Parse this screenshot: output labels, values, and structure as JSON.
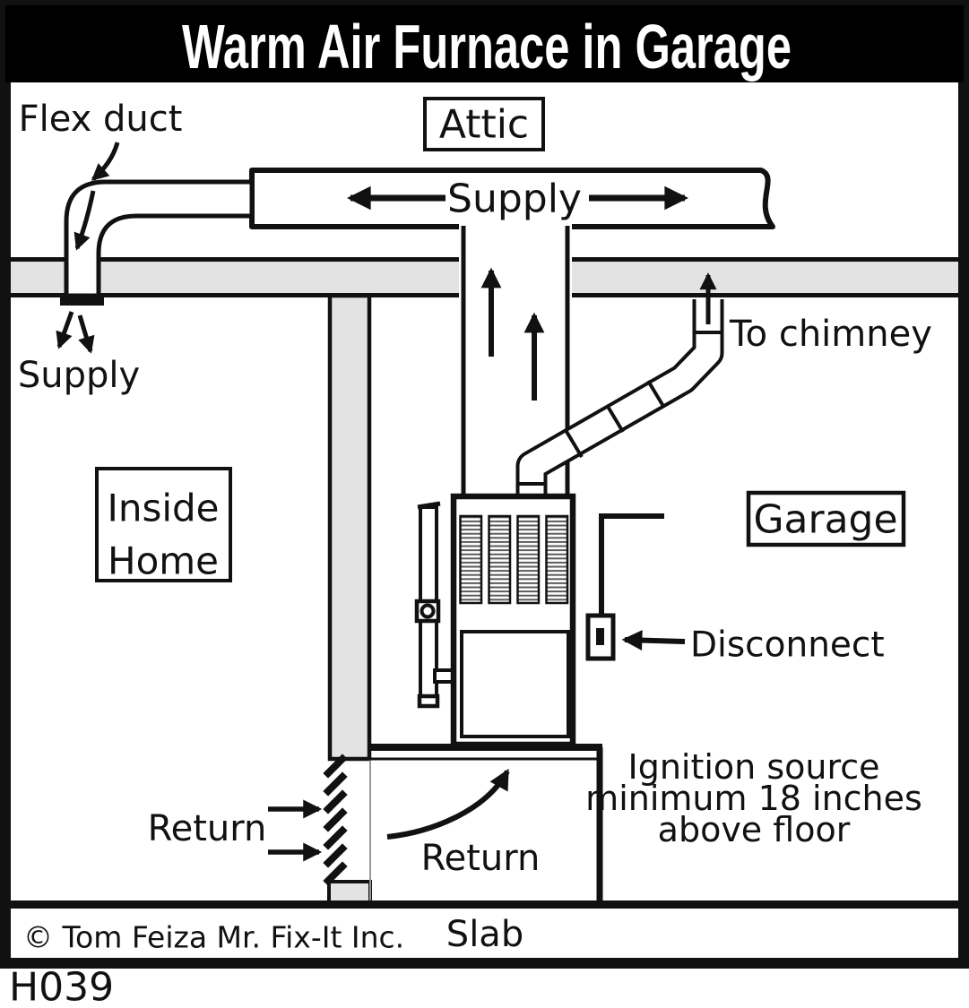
{
  "title": "Warm Air Furnace in Garage",
  "labels": {
    "attic": "Attic",
    "flex_duct": "Flex duct",
    "supply_trunk": "Supply",
    "supply_branch": "Supply",
    "inside_home_line1": "Inside",
    "inside_home_line2": "Home",
    "garage": "Garage",
    "to_chimney": "To chimney",
    "disconnect": "Disconnect",
    "return_wall": "Return",
    "return_platform": "Return",
    "ignition_line1": "Ignition source",
    "ignition_line2": "minimum 18 inches",
    "ignition_line3": "above floor",
    "slab": "Slab"
  },
  "footer": {
    "copyright": "© Tom Feiza Mr. Fix-It Inc.",
    "diagram_code": "H039"
  },
  "colors": {
    "ink": "#111111",
    "paper": "#ffffff",
    "wall_gray": "#e3e3e3",
    "title_bg": "#000000",
    "title_fg": "#ffffff"
  }
}
